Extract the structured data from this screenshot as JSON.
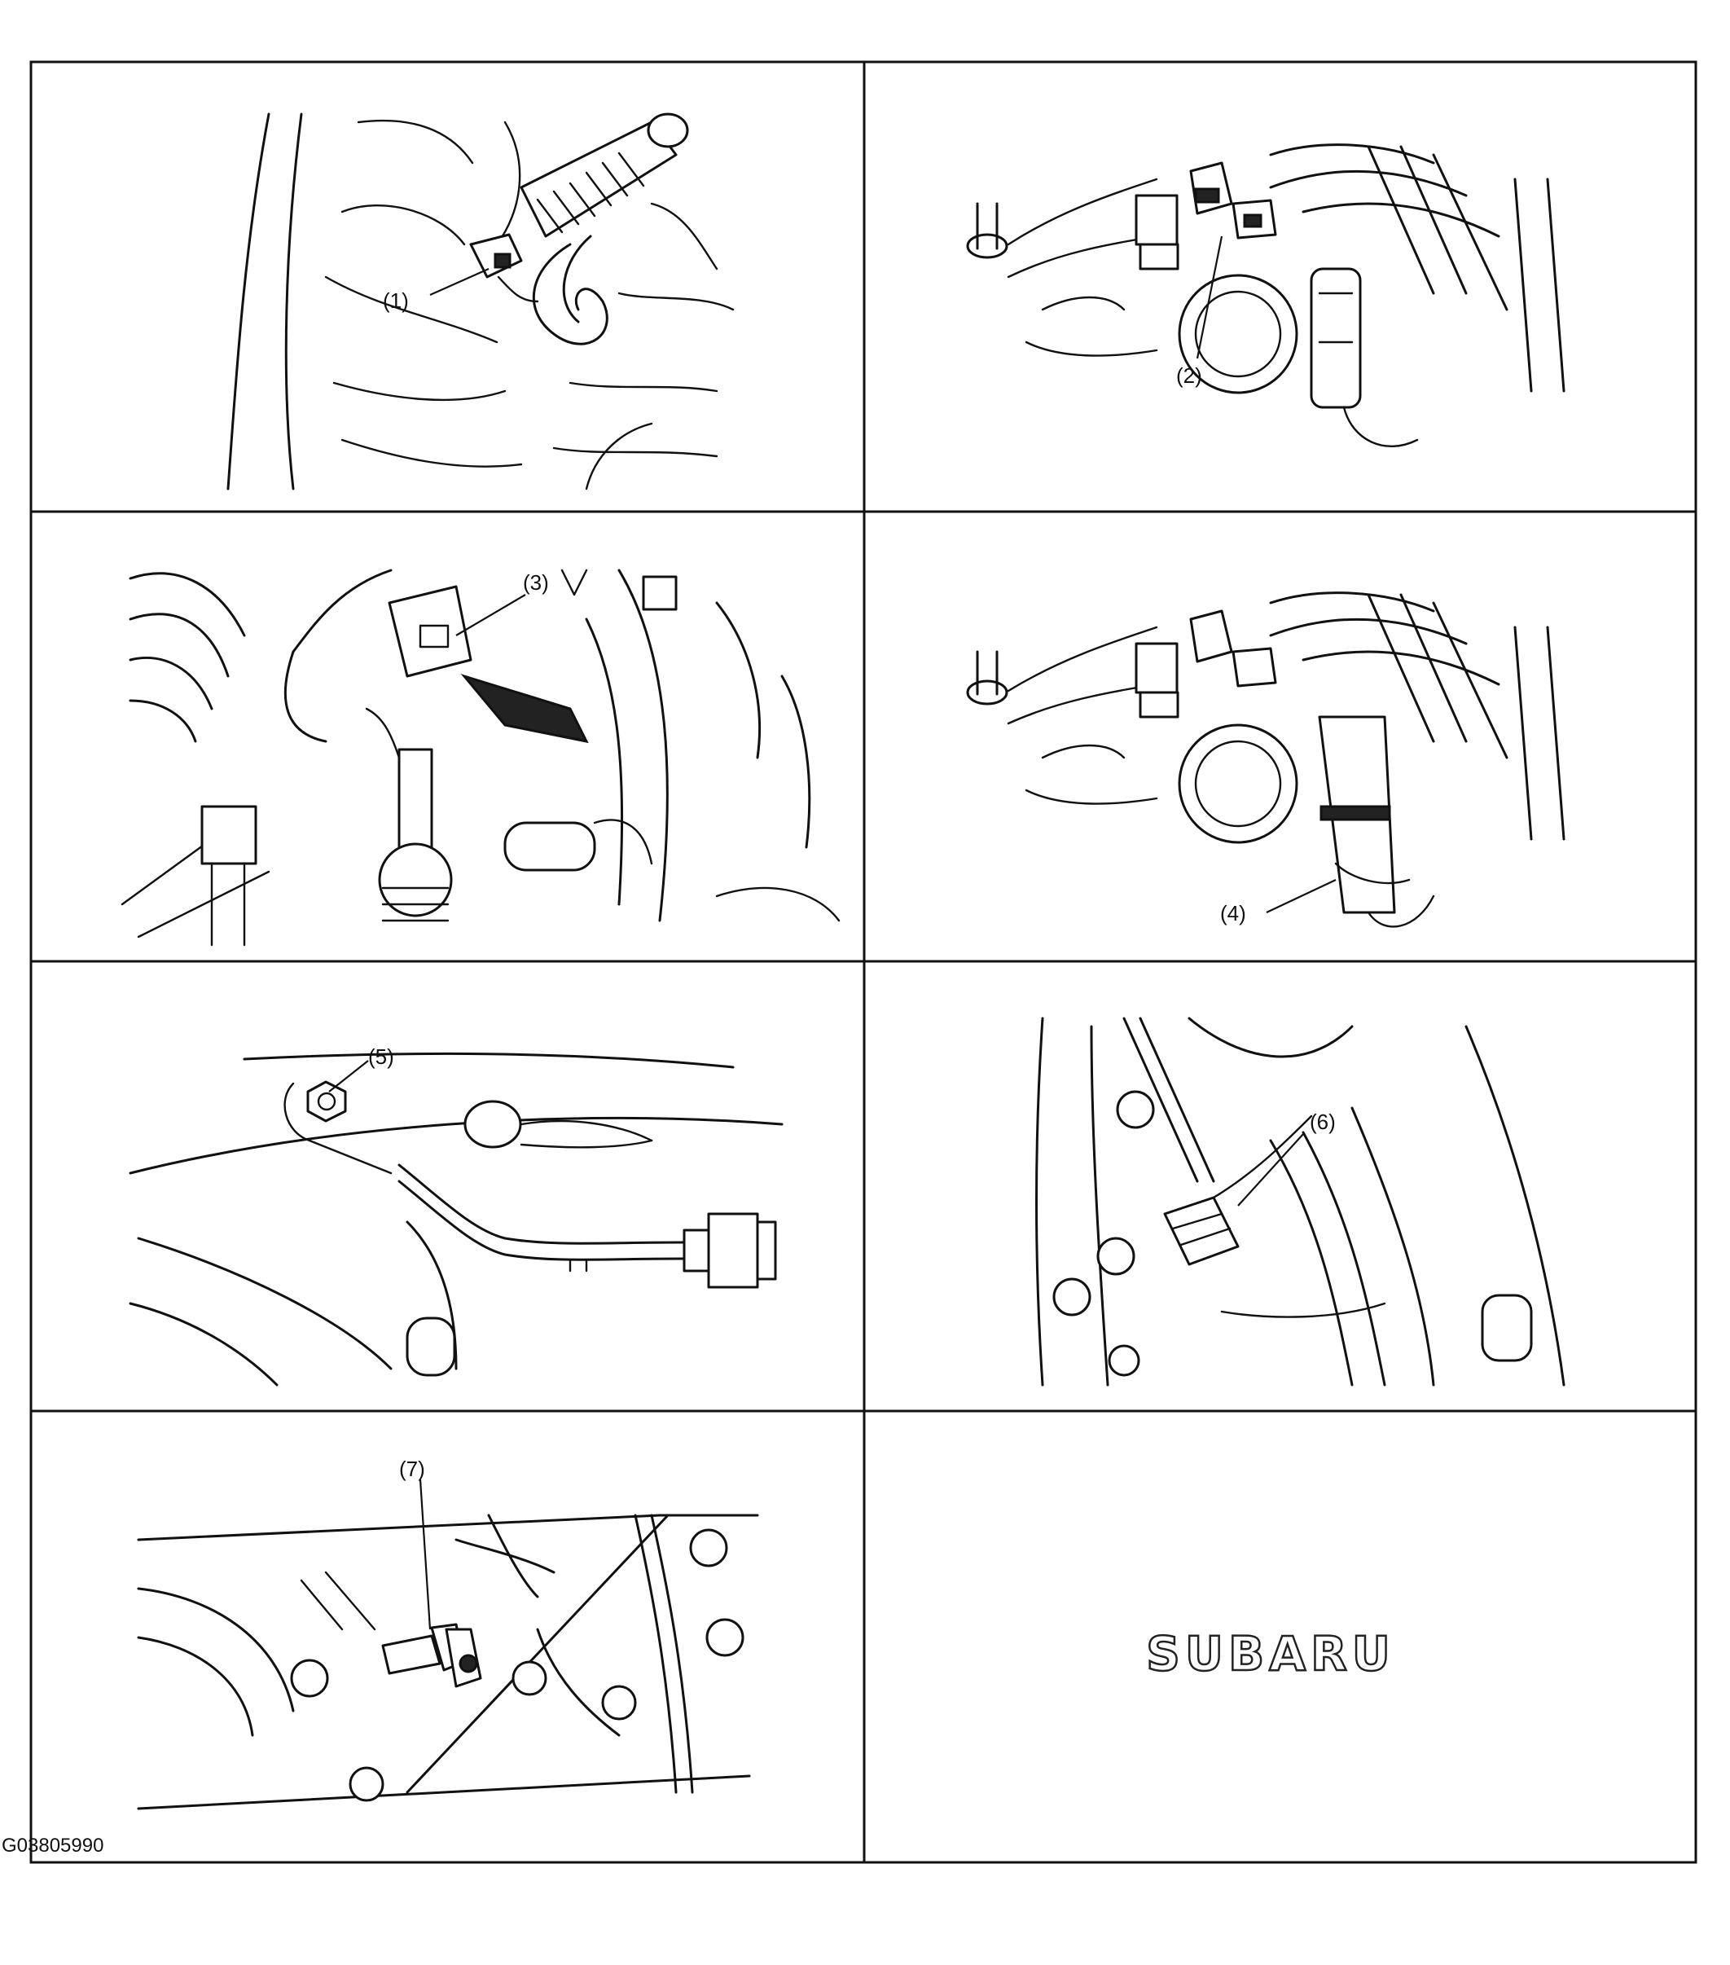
{
  "panels": [
    {
      "callout": "(1)"
    },
    {
      "callout": "(2)"
    },
    {
      "callout": "(3)"
    },
    {
      "callout": "(4)"
    },
    {
      "callout": "(5)"
    },
    {
      "callout": "(6)"
    },
    {
      "callout": "(7)"
    }
  ],
  "logo_panel": {
    "brand": "SUBARU"
  },
  "figure_code": "G03805990"
}
